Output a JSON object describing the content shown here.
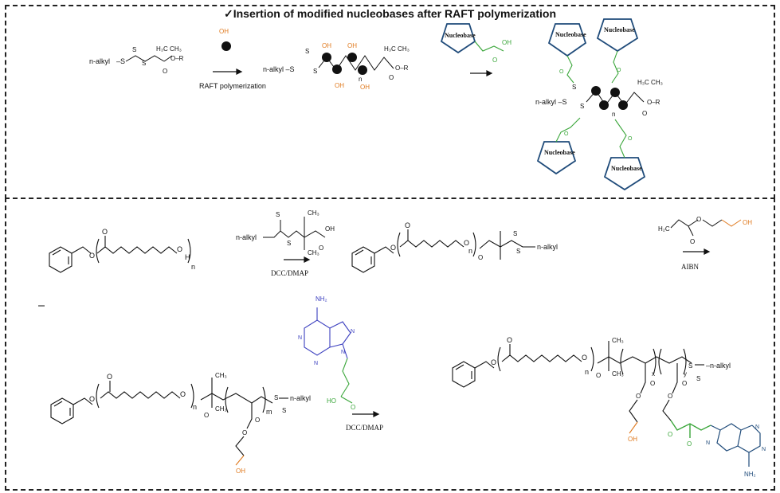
{
  "title": "✓Insertion of  modified nucleobases after RAFT polymerization",
  "top": {
    "cta_prefix": "n-alkyl",
    "raft_label": "RAFT  polymerization",
    "nucleobase_label": "Nucleobase",
    "oh": "OH",
    "n": "n"
  },
  "bottom": {
    "reagent_prefix": "n-alkyl",
    "dcc_dmap_1": "DCC/DMAP",
    "dcc_dmap_2": "DCC/DMAP",
    "aibn": "AIBN",
    "nh2": "NH₂",
    "ho": "HO",
    "oh": "OH",
    "n_alkyl": "n-alkyl",
    "n": "n",
    "m": "m",
    "x": "x",
    "y": "y"
  },
  "colors": {
    "orange": "#e07a1f",
    "green": "#3aa63a",
    "blue": "#3b3fbf",
    "navy": "#1f4b7a",
    "frame": "#222222"
  }
}
